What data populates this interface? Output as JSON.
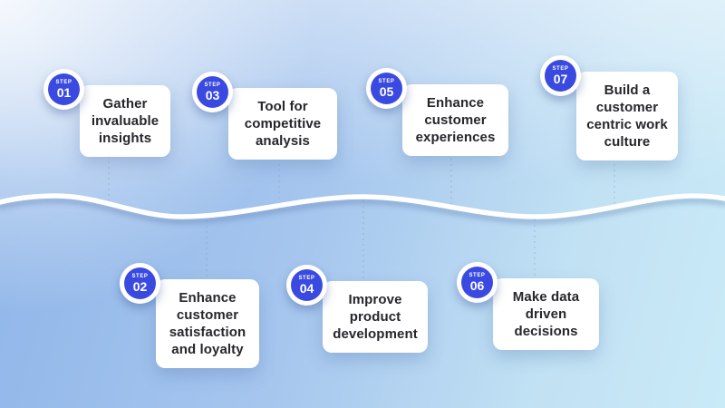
{
  "infographic": {
    "type": "timeline-steps",
    "steps": [
      {
        "badge_label": "STEP",
        "number": "01",
        "text": "Gather invaluable insights",
        "row": "top"
      },
      {
        "badge_label": "STEP",
        "number": "02",
        "text": "Enhance customer satisfaction and loyalty",
        "row": "bottom"
      },
      {
        "badge_label": "STEP",
        "number": "03",
        "text": "Tool for competitive analysis",
        "row": "top"
      },
      {
        "badge_label": "STEP",
        "number": "04",
        "text": "Improve product development",
        "row": "bottom"
      },
      {
        "badge_label": "STEP",
        "number": "05",
        "text": "Enhance customer experiences",
        "row": "top"
      },
      {
        "badge_label": "STEP",
        "number": "06",
        "text": "Make data driven decisions",
        "row": "bottom"
      },
      {
        "badge_label": "STEP",
        "number": "07",
        "text": "Build a customer centric work culture",
        "row": "top"
      }
    ],
    "colors": {
      "badge_blue": "#3a4ae1",
      "card_background": "#ffffff",
      "card_text": "#26262c",
      "wave": "#ffffff",
      "connector": "#7d93b5",
      "background_left": "#8db4e8",
      "background_mid": "#a6c6ee",
      "background_right": "#c9eaf7",
      "background_highlight": "#eef5fb"
    }
  }
}
